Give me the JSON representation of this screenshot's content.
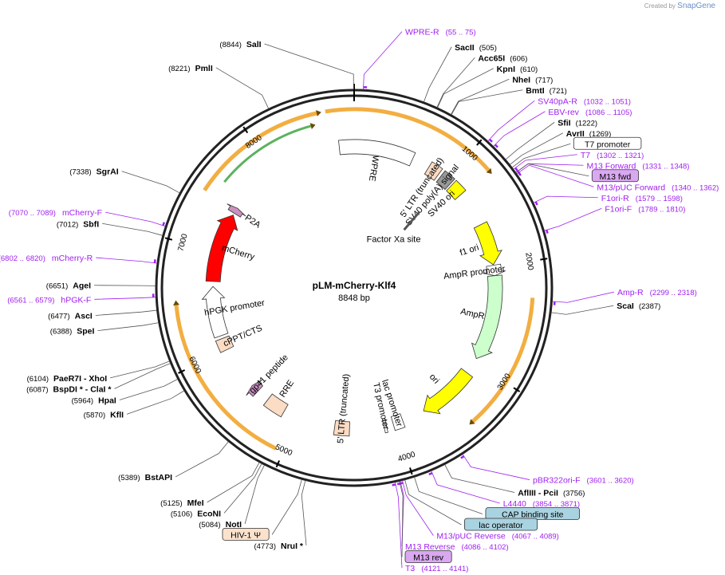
{
  "credit": {
    "prefix": "Created by",
    "brand": "SnapGene"
  },
  "plasmid": {
    "name": "pLM-mCherry-Klf4",
    "size_label": "8848 bp",
    "length": 8848
  },
  "ticks": [
    "1000",
    "2000",
    "3000",
    "4000",
    "5000",
    "6000",
    "7000",
    "8000"
  ],
  "sites": [
    {
      "name": "SalI",
      "pos": "(8844)",
      "bp": 8844
    },
    {
      "name": "SacII",
      "pos": "(505)",
      "bp": 505
    },
    {
      "name": "Acc65I",
      "pos": "(606)",
      "bp": 606
    },
    {
      "name": "KpnI",
      "pos": "(610)",
      "bp": 610
    },
    {
      "name": "NheI",
      "pos": "(717)",
      "bp": 717
    },
    {
      "name": "BmtI",
      "pos": "(721)",
      "bp": 721
    },
    {
      "name": "SfiI",
      "pos": "(1222)",
      "bp": 1222
    },
    {
      "name": "AvrII",
      "pos": "(1269)",
      "bp": 1269
    },
    {
      "name": "ScaI",
      "pos": "(2387)",
      "bp": 2387
    },
    {
      "name": "AflIII - PciI",
      "pos": "(3756)",
      "bp": 3756
    },
    {
      "name": "NruI *",
      "pos": "(4773)",
      "bp": 4773
    },
    {
      "name": "NotI",
      "pos": "(5084)",
      "bp": 5084
    },
    {
      "name": "EcoNI",
      "pos": "(5106)",
      "bp": 5106
    },
    {
      "name": "MfeI",
      "pos": "(5125)",
      "bp": 5125
    },
    {
      "name": "BstAPI",
      "pos": "(5389)",
      "bp": 5389
    },
    {
      "name": "KflI",
      "pos": "(5870)",
      "bp": 5870
    },
    {
      "name": "HpaI",
      "pos": "(5964)",
      "bp": 5964
    },
    {
      "name": "BspDI * - ClaI *",
      "pos": "(6087)",
      "bp": 6087
    },
    {
      "name": "PaeR7I - XhoI",
      "pos": "(6104)",
      "bp": 6104
    },
    {
      "name": "SpeI",
      "pos": "(6388)",
      "bp": 6388
    },
    {
      "name": "AscI",
      "pos": "(6477)",
      "bp": 6477
    },
    {
      "name": "AgeI",
      "pos": "(6651)",
      "bp": 6651
    },
    {
      "name": "SbfI",
      "pos": "(7012)",
      "bp": 7012
    },
    {
      "name": "SgrAI",
      "pos": "(7338)",
      "bp": 7338
    },
    {
      "name": "PmlI",
      "pos": "(8221)",
      "bp": 8221
    }
  ],
  "primers": [
    {
      "name": "WPRE-R",
      "range": "(55 .. 75)",
      "bp": 65
    },
    {
      "name": "SV40pA-R",
      "range": "(1032 .. 1051)",
      "bp": 1041
    },
    {
      "name": "EBV-rev",
      "range": "(1086 .. 1105)",
      "bp": 1095
    },
    {
      "name": "T7",
      "range": "(1302 .. 1321)",
      "bp": 1311
    },
    {
      "name": "M13 Forward",
      "range": "(1331 .. 1348)",
      "bp": 1339
    },
    {
      "name": "M13/pUC Forward",
      "range": "(1340 .. 1362)",
      "bp": 1351
    },
    {
      "name": "F1ori-R",
      "range": "(1579 .. 1598)",
      "bp": 1588
    },
    {
      "name": "F1ori-F",
      "range": "(1789 .. 1810)",
      "bp": 1800
    },
    {
      "name": "Amp-R",
      "range": "(2299 .. 2318)",
      "bp": 2308
    },
    {
      "name": "pBR322ori-F",
      "range": "(3601 .. 3620)",
      "bp": 3610
    },
    {
      "name": "L4440",
      "range": "(3854 .. 3871)",
      "bp": 3862
    },
    {
      "name": "M13/pUC Reverse",
      "range": "(4067 .. 4089)",
      "bp": 4078
    },
    {
      "name": "M13 Reverse",
      "range": "(4086 .. 4102)",
      "bp": 4094
    },
    {
      "name": "T3",
      "range": "(4121 .. 4141)",
      "bp": 4131
    },
    {
      "name": "hPGK-F",
      "range": "(6561 .. 6579)",
      "bp": 6570
    },
    {
      "name": "mCherry-R",
      "range": "(6802 .. 6820)",
      "bp": 6811
    },
    {
      "name": "mCherry-F",
      "range": "(7070 .. 7089)",
      "bp": 7080
    }
  ],
  "boxed_labels": [
    {
      "name": "T7 promoter",
      "color": "#ffffff",
      "bp": 1295
    },
    {
      "name": "M13 fwd",
      "color": "#d9a8f0",
      "bp": 1340
    },
    {
      "name": "CAP binding site",
      "color": "#a9d3e0",
      "bp": 3990
    },
    {
      "name": "lac operator",
      "color": "#a9d3e0",
      "bp": 4060
    },
    {
      "name": "M13 rev",
      "color": "#d9a8f0",
      "bp": 4100
    },
    {
      "name": "HIV-1 Ψ",
      "color": "#fbe2cc",
      "bp": 4800
    }
  ],
  "features": [
    {
      "name": "WPRE",
      "color": "#ffffff",
      "start": 8700,
      "end": 600,
      "type": "box"
    },
    {
      "name": "5' LTR (truncated)",
      "color": "#fbdcc4",
      "start": 780,
      "end": 900,
      "type": "box"
    },
    {
      "name": "SV40 poly(A) signal",
      "color": "#999999",
      "start": 930,
      "end": 1050,
      "type": "box"
    },
    {
      "name": "SV40 ori",
      "color": "#ffff00",
      "start": 1070,
      "end": 1200,
      "type": "box"
    },
    {
      "name": "Factor Xa site",
      "color": "#555555",
      "start": 1000,
      "end": 1012,
      "type": "tiny"
    },
    {
      "name": "f1 ori",
      "color": "#ffff00",
      "start": 1560,
      "end": 1980,
      "type": "arrow"
    },
    {
      "name": "AmpR promoter",
      "color": "#ffffff",
      "start": 1985,
      "end": 2090,
      "type": "arrow"
    },
    {
      "name": "AmpR",
      "color": "#ccffcc",
      "start": 2090,
      "end": 2950,
      "type": "arrow"
    },
    {
      "name": "ori",
      "color": "#ffff00",
      "start": 3120,
      "end": 3700,
      "type": "arrow"
    },
    {
      "name": "lac promoter",
      "color": "#ffffff",
      "start": 3930,
      "end": 4030,
      "type": "box"
    },
    {
      "name": "T3 promoter",
      "color": "#ffffff",
      "start": 4100,
      "end": 4125,
      "type": "box"
    },
    {
      "name": "5' LTR (truncated)",
      "color": "#fbdcc4",
      "start": 4470,
      "end": 4620,
      "type": "box"
    },
    {
      "name": "RRE",
      "color": "#fbdcc4",
      "start": 5150,
      "end": 5350,
      "type": "box"
    },
    {
      "name": "gp41 peptide",
      "color": "#c990c0",
      "start": 5480,
      "end": 5560,
      "type": "arrow"
    },
    {
      "name": "cPPT/CTS",
      "color": "#fbdcc4",
      "start": 6000,
      "end": 6120,
      "type": "box"
    },
    {
      "name": "hPGK promoter",
      "color": "#ffffff",
      "start": 6150,
      "end": 6650,
      "type": "arrow"
    },
    {
      "name": "mCherry",
      "color": "#ff0000",
      "start": 6700,
      "end": 7400,
      "type": "arrow"
    },
    {
      "name": "P2A",
      "color": "#c990c0",
      "start": 7420,
      "end": 7480,
      "type": "arrow"
    }
  ],
  "outer_arcs": [
    {
      "name": "orange-arc-1",
      "color": "#f0a020",
      "start": 8620,
      "end": 1200
    },
    {
      "name": "green-arc",
      "color": "#3fa53f",
      "start": 7600,
      "end": 8480
    },
    {
      "name": "orange-arc-2",
      "color": "#f0a020",
      "start": 7450,
      "end": 8550
    },
    {
      "name": "orange-arc-3",
      "color": "#f0a020",
      "start": 2290,
      "end": 3400
    },
    {
      "name": "orange-arc-4",
      "color": "#f0a020",
      "start": 5060,
      "end": 6500
    }
  ],
  "colors": {
    "site_text": "#000000",
    "primer_text": "#a020f0",
    "ring": "#222222"
  }
}
